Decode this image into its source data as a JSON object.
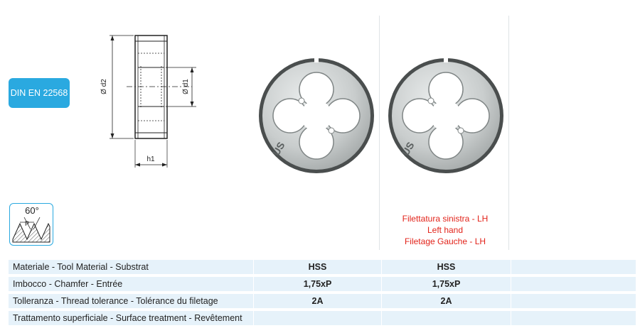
{
  "badge": {
    "label": "DIN EN 22568"
  },
  "drawing": {
    "d2_label": "Ø d2",
    "d1_label": "Ø d1",
    "h1_label": "h1"
  },
  "thread_icon": {
    "angle_label": "60°",
    "pitch_label": "P"
  },
  "die_marking": "US",
  "left_hand_note": {
    "line1": "Filettatura sinistra - LH",
    "line2": "Left hand",
    "line3": "Filetage Gauche - LH"
  },
  "spec_table": {
    "rows": [
      {
        "label": "Materiale - Tool Material - Substrat",
        "col1": "HSS",
        "col2": "HSS",
        "col3": ""
      },
      {
        "label": "Imbocco - Chamfer - Entrée",
        "col1": "1,75xP",
        "col2": "1,75xP",
        "col3": ""
      },
      {
        "label": "Tolleranza - Thread tolerance - Tolérance du filetage",
        "col1": "2A",
        "col2": "2A",
        "col3": ""
      },
      {
        "label": "Trattamento superficiale - Surface treatment - Revêtement",
        "col1": "",
        "col2": "",
        "col3": ""
      }
    ]
  },
  "colors": {
    "accent": "#2aa9e0",
    "note_red": "#e2231a",
    "row_bg": "#e6f2fa"
  }
}
